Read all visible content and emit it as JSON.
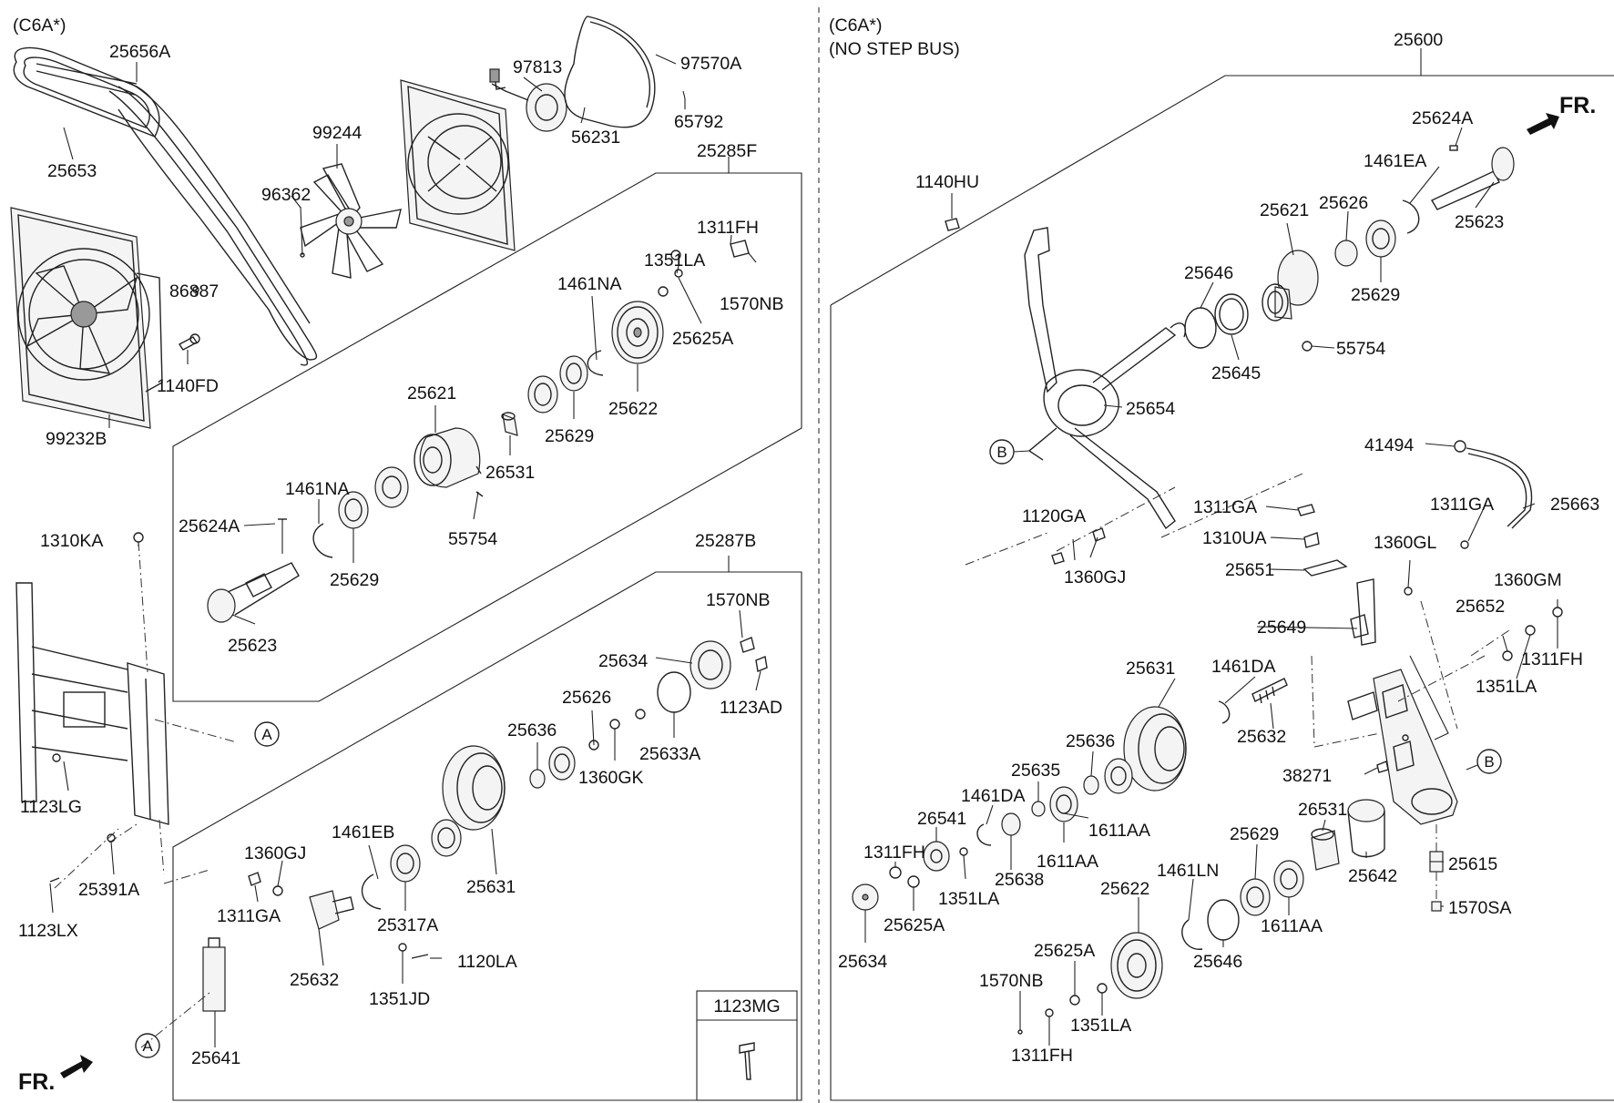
{
  "left_panel": {
    "header": "(C6A*)",
    "fr_label": "FR.",
    "ref_a": "A",
    "kit_box_title": "1123MG",
    "labels": {
      "l25656A": "25656A",
      "l25653": "25653",
      "l99244": "99244",
      "l96362": "96362",
      "l97813": "97813",
      "l97570A": "97570A",
      "l56231": "56231",
      "l65792": "65792",
      "l86887": "86887",
      "l1140FD": "1140FD",
      "l99232B": "99232B",
      "l25285F": "25285F",
      "l1311FH": "1311FH",
      "l1351LA": "1351LA",
      "l1570NB": "1570NB",
      "l1461NA": "1461NA",
      "l25625A": "25625A",
      "l25621": "25621",
      "l25622": "25622",
      "l25629a": "25629",
      "l26531": "26531",
      "l1461NA2": "1461NA",
      "l25624A": "25624A",
      "l55754": "55754",
      "l25629b": "25629",
      "l25623": "25623",
      "l1310KA": "1310KA",
      "l25287B": "25287B",
      "l1570NB2": "1570NB",
      "l25634": "25634",
      "l1123AD": "1123AD",
      "l25626": "25626",
      "l25633A": "25633A",
      "l25636": "25636",
      "l1360GK": "1360GK",
      "l1123LG": "1123LG",
      "l1461EB": "1461EB",
      "l1360GJ": "1360GJ",
      "l25631": "25631",
      "l25391A": "25391A",
      "l1311GA": "1311GA",
      "l25317A": "25317A",
      "l1123LX": "1123LX",
      "l25632": "25632",
      "l1120LA": "1120LA",
      "l1351JD": "1351JD",
      "l25641": "25641"
    }
  },
  "right_panel": {
    "header_line1": "(C6A*)",
    "header_line2": "(NO STEP BUS)",
    "fr_label": "FR.",
    "ref_b": "B",
    "labels": {
      "r25600": "25600",
      "r25624A": "25624A",
      "r1461EA": "1461EA",
      "r1140HU": "1140HU",
      "r25621": "25621",
      "r25626": "25626",
      "r25623": "25623",
      "r25646": "25646",
      "r25629": "25629",
      "r55754": "55754",
      "r25645": "25645",
      "r25654": "25654",
      "r41494": "41494",
      "r25663": "25663",
      "r1311GA": "1311GA",
      "r1120GA": "1120GA",
      "r1311GA2": "1311GA",
      "r1310UA": "1310UA",
      "r1360GJ": "1360GJ",
      "r1360GL": "1360GL",
      "r25651": "25651",
      "r1360GM": "1360GM",
      "r25652": "25652",
      "r25649": "25649",
      "r1311FH": "1311FH",
      "r25631": "25631",
      "r1461DA": "1461DA",
      "r1351LA": "1351LA",
      "r25632": "25632",
      "r25636": "25636",
      "r25635": "25635",
      "r38271": "38271",
      "r1461DA2": "1461DA",
      "r26541": "26541",
      "r1611AA": "1611AA",
      "r1611AA2": "1611AA",
      "r26531": "26531",
      "r25629b": "25629",
      "r25638": "25638",
      "r1311FH2": "1311FH",
      "r25615": "25615",
      "r1351LA2": "1351LA",
      "r25642": "25642",
      "r1461LN": "1461LN",
      "r25622": "25622",
      "r25625A": "25625A",
      "r1611AA3": "1611AA",
      "r1570SA": "1570SA",
      "r25634": "25634",
      "r25646b": "25646",
      "r25625A2": "25625A",
      "r1570NB": "1570NB",
      "r1351LA3": "1351LA",
      "r1311FH3": "1311FH"
    }
  }
}
